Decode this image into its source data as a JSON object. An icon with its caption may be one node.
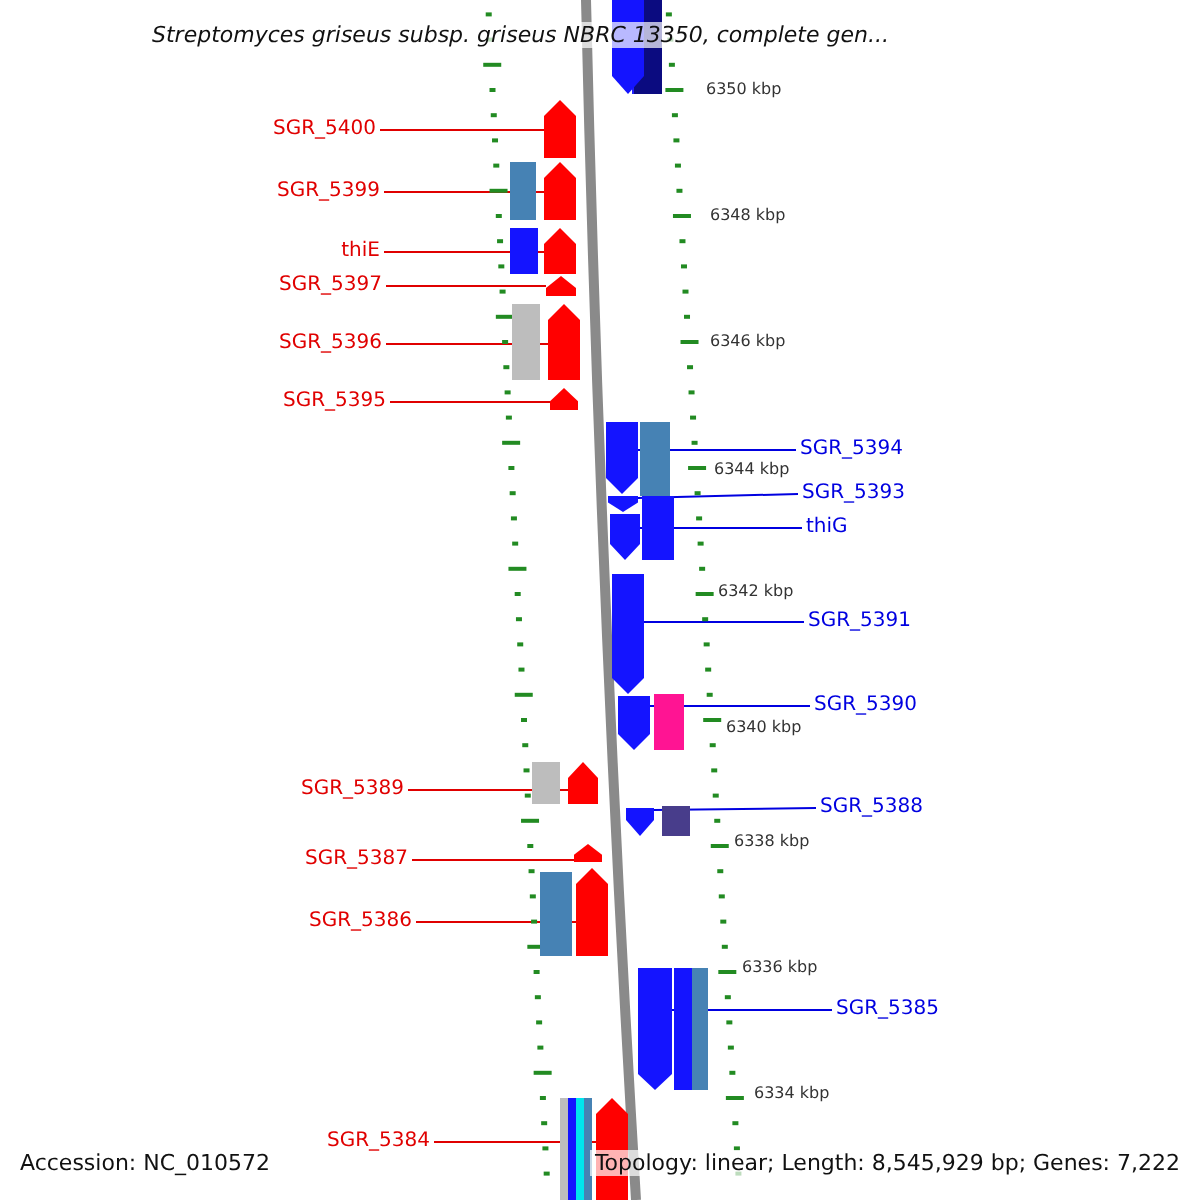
{
  "diagram": {
    "title": "Streptomyces griseus subsp. griseus NBRC 13350, complete gen...",
    "nodes": [
      {
        "text": [
          "SGR_5400"
        ]
      },
      {
        "text": [],
        "shape": "arrow"
      },
      {
        "text": [
          "SGR_5399"
        ]
      },
      {
        "text": [],
        "shape": "arrow"
      },
      {
        "text": [
          "thiE"
        ]
      },
      {
        "text": [],
        "shape": "arrow"
      },
      {
        "text": [
          "SGR_5397"
        ]
      },
      {
        "text": [],
        "shape": "arrow"
      },
      {
        "text": [
          "SGR_5396"
        ]
      },
      {
        "text": [],
        "shape": "arrow"
      },
      {
        "text": [
          "SGR_5395"
        ]
      },
      {
        "text": [],
        "shape": "arrow"
      },
      {
        "text": [
          "SGR_5394"
        ]
      },
      {
        "text": [],
        "shape": "arrow"
      },
      {
        "text": [
          "SGR_5393"
        ]
      },
      {
        "text": [],
        "shape": "arrow"
      },
      {
        "text": [
          "thiG"
        ]
      },
      {
        "text": [],
        "shape": "arrow"
      },
      {
        "text": [
          "SGR_5391"
        ]
      },
      {
        "text": [],
        "shape": "arrow"
      },
      {
        "text": [
          "SGR_5390"
        ]
      },
      {
        "text": [],
        "shape": "arrow"
      },
      {
        "text": [
          "SGR_5389"
        ]
      },
      {
        "text": [],
        "shape": "arrow"
      },
      {
        "text": [
          "SGR_5388"
        ]
      },
      {
        "text": [],
        "shape": "arrow"
      },
      {
        "text": [
          "SGR_5387"
        ]
      },
      {
        "text": [],
        "shape": "arrow"
      },
      {
        "text": [
          "SGR_5386"
        ]
      },
      {
        "text": [],
        "shape": "arrow"
      },
      {
        "text": [
          "SGR_5385"
        ]
      },
      {
        "text": [],
        "shape": "arrow"
      },
      {
        "text": [
          "SGR_5384"
        ]
      },
      {
        "text": [],
        "shape": "arrow"
      }
    ],
    "edges": [
      {
        "from": 0,
        "to": 1,
        "arrow": "none"
      },
      {
        "from": 2,
        "to": 3,
        "arrow": "none"
      },
      {
        "from": 4,
        "to": 5,
        "arrow": "none"
      },
      {
        "from": 6,
        "to": 7,
        "arrow": "none"
      },
      {
        "from": 8,
        "to": 9,
        "arrow": "none"
      },
      {
        "from": 10,
        "to": 11,
        "arrow": "none"
      },
      {
        "from": 12,
        "to": 13,
        "arrow": "none",
        "color": "#0000e0"
      },
      {
        "from": 14,
        "to": 15,
        "arrow": "none",
        "color": "#0000e0"
      },
      {
        "from": 16,
        "to": 17,
        "arrow": "none",
        "color": "#0000e0"
      },
      {
        "from": 18,
        "to": 19,
        "arrow": "none",
        "color": "#0000e0"
      },
      {
        "from": 20,
        "to": 21,
        "arrow": "none",
        "color": "#0000e0"
      },
      {
        "from": 22,
        "to": 23,
        "arrow": "none"
      },
      {
        "from": 24,
        "to": 25,
        "arrow": "none",
        "color": "#0000e0"
      },
      {
        "from": 26,
        "to": 27,
        "arrow": "none"
      },
      {
        "from": 28,
        "to": 29,
        "arrow": "none"
      },
      {
        "from": 30,
        "to": 31,
        "arrow": "none",
        "color": "#0000e0"
      },
      {
        "from": 32,
        "to": 33,
        "arrow": "none"
      }
    ],
    "labels": [
      "6350 kbp",
      "6348 kbp",
      "6346 kbp",
      "6344 kbp",
      "6342 kbp",
      "6340 kbp",
      "6338 kbp",
      "6336 kbp",
      "6334 kbp",
      "Accession: NC_010572",
      "Topology: linear; Length: 8,545,929 bp; Genes: 7,222"
    ]
  }
}
